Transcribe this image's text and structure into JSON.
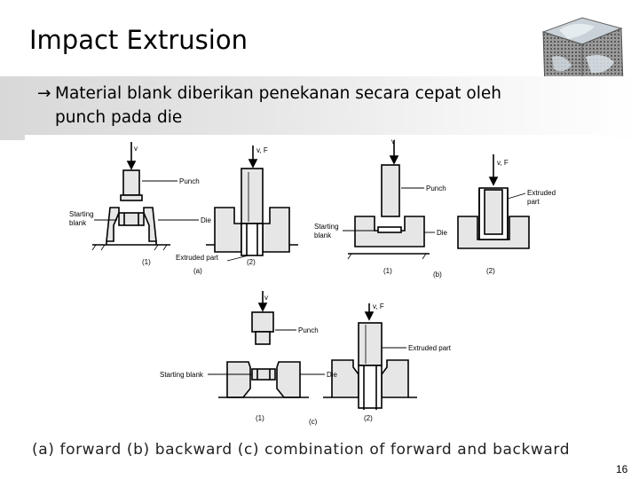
{
  "slide": {
    "title": "Impact Extrusion",
    "bullet_line1": "Material blank diberikan penekanan secara cepat oleh",
    "bullet_line2": "punch pada die",
    "caption": "(a) forward (b) backward (c) combination of forward and backward",
    "page_number": "16"
  },
  "diagram": {
    "a": {
      "v1": "v",
      "v2": "v, F",
      "punch": "Punch",
      "starting": "Starting",
      "blank": "blank",
      "die": "Die",
      "extruded": "Extruded part",
      "s1": "(1)",
      "s2": "(2)",
      "tag": "(a)"
    },
    "b": {
      "v1": "v",
      "v2": "v, F",
      "punch": "Punch",
      "starting": "Starting",
      "blank": "blank",
      "die": "Die",
      "extruded1": "Extruded",
      "extruded2": "part",
      "s1": "(1)",
      "s2": "(2)",
      "tag": "(b)"
    },
    "c": {
      "v1": "v",
      "v2": "v, F",
      "punch": "Punch",
      "starting": "Starting blank",
      "die": "Die",
      "extruded": "Extruded part",
      "s1": "(1)",
      "s2": "(2)",
      "tag": "(c)"
    }
  }
}
